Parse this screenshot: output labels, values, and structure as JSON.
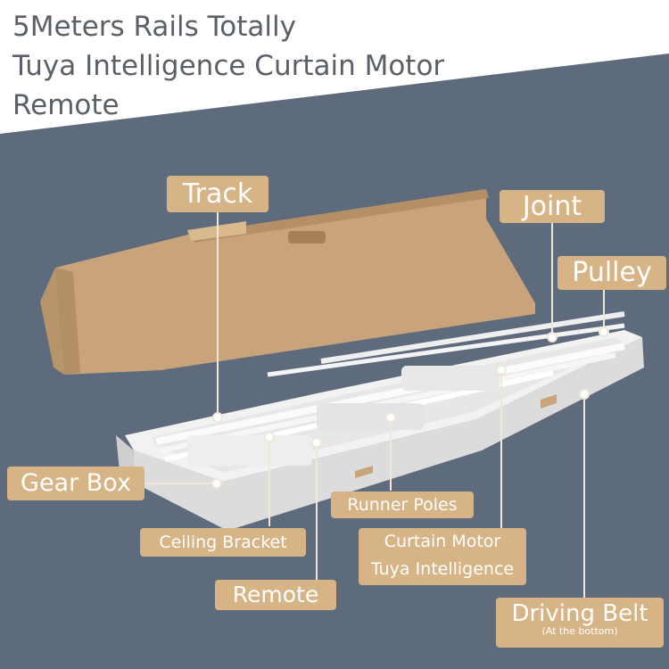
{
  "title": {
    "line1": "5Meters Rails Totally",
    "line2": "Tuya Intelligence Curtain Motor",
    "line3": "Remote"
  },
  "labels": {
    "track": "Track",
    "joint": "Joint",
    "pulley": "Pulley",
    "gear_box": "Gear Box",
    "runner_poles": "Runner Poles",
    "ceiling_bracket": "Ceiling Bracket",
    "curtain_motor_line1": "Curtain Motor",
    "curtain_motor_line2": "Tuya Intelligence",
    "remote": "Remote",
    "driving_belt": "Driving Belt",
    "driving_belt_note": "(At the bottom)"
  },
  "colors": {
    "background_top": "#ffffff",
    "background_bottom": "#5e6b7d",
    "label_fill": "#d7b486",
    "label_text": "#ffffff",
    "title_text": "#5a5f68",
    "box_kraft": "#c9a47b",
    "box_white": "#f2f2f2"
  }
}
